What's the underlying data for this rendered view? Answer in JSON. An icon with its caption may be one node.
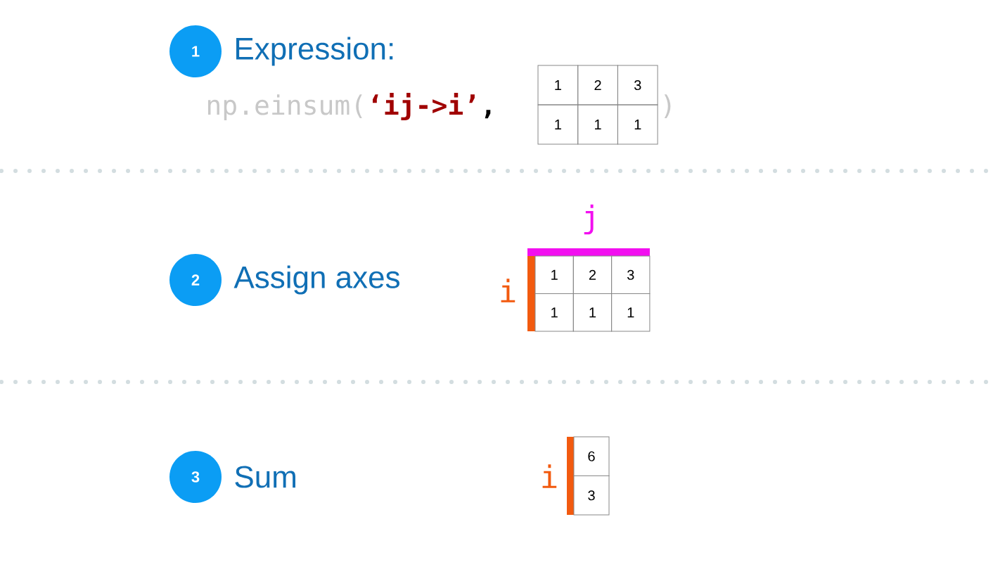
{
  "diagram": {
    "nodes": [
      {
        "text": [
          "1"
        ],
        "beside": [
          "Expression:"
        ]
      },
      {
        "text": [
          "2"
        ],
        "beside": [
          "Assign axes"
        ]
      },
      {
        "text": [
          "3"
        ],
        "beside": [
          "Sum"
        ]
      }
    ],
    "labels": [
      "np.einsum(",
      "‘ij->i’",
      ",",
      "1",
      "2",
      "3",
      "1",
      "1",
      "1",
      ")",
      "j",
      "i",
      "1",
      "2",
      "3",
      "1",
      "1",
      "1",
      "i",
      "6",
      "3"
    ]
  }
}
